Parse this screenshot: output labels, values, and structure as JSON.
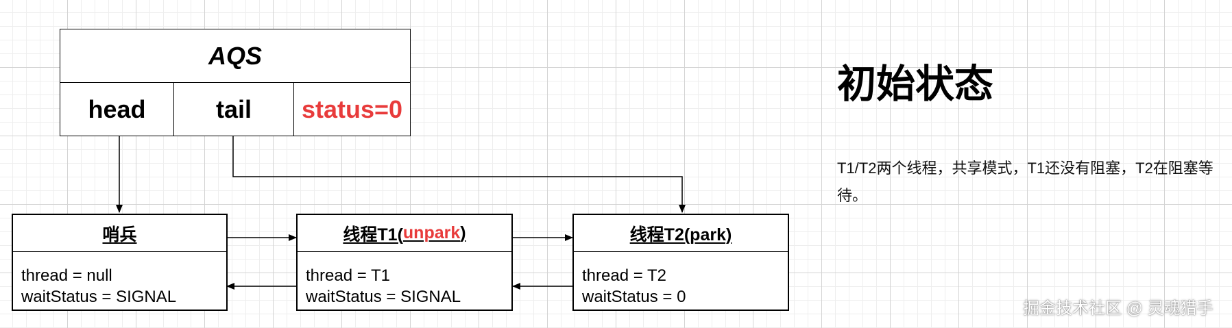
{
  "aqs": {
    "title": "AQS",
    "fields": {
      "head": "head",
      "tail": "tail",
      "status": "status=0"
    }
  },
  "nodes": [
    {
      "title_prefix": "哨兵",
      "title_highlight": "",
      "title_suffix": "",
      "thread": "thread = null",
      "wait_status": "waitStatus = SIGNAL"
    },
    {
      "title_prefix": "线程T1(",
      "title_highlight": "unpark",
      "title_suffix": ")",
      "thread": "thread = T1",
      "wait_status": "waitStatus = SIGNAL"
    },
    {
      "title_prefix": "线程T2(park)",
      "title_highlight": "",
      "title_suffix": "",
      "thread": "thread = T2",
      "wait_status": "waitStatus = 0"
    }
  ],
  "side": {
    "title": "初始状态",
    "description": "T1/T2两个线程，共享模式，T1还没有阻塞，T2在阻塞等待。"
  },
  "watermark": "掘金技术社区 @ 灵魂猎手",
  "colors": {
    "highlight": "#e83b3b",
    "line": "#000000",
    "grid_major": "#d3d3d3",
    "grid_minor": "#eeeeee"
  }
}
